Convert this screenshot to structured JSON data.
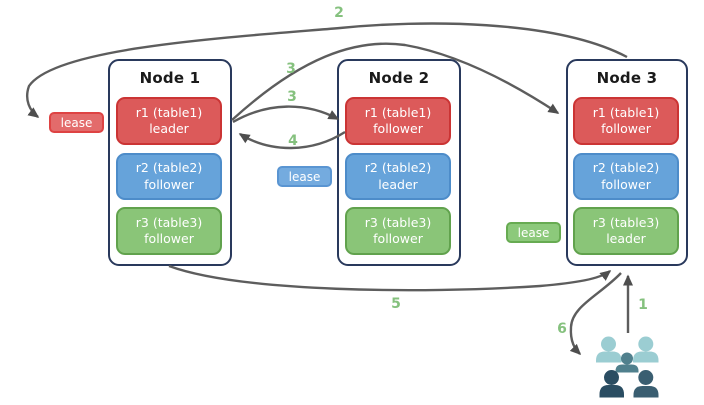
{
  "nodes": [
    {
      "title": "Node 1",
      "replicas": [
        {
          "label": "r1 (table1)",
          "role": "leader",
          "color": "red"
        },
        {
          "label": "r2 (table2)",
          "role": "follower",
          "color": "blue"
        },
        {
          "label": "r3 (table3)",
          "role": "follower",
          "color": "green"
        }
      ]
    },
    {
      "title": "Node 2",
      "replicas": [
        {
          "label": "r1 (table1)",
          "role": "follower",
          "color": "red"
        },
        {
          "label": "r2 (table2)",
          "role": "leader",
          "color": "blue"
        },
        {
          "label": "r3 (table3)",
          "role": "follower",
          "color": "green"
        }
      ]
    },
    {
      "title": "Node 3",
      "replicas": [
        {
          "label": "r1 (table1)",
          "role": "follower",
          "color": "red"
        },
        {
          "label": "r2 (table2)",
          "role": "follower",
          "color": "blue"
        },
        {
          "label": "r3 (table3)",
          "role": "leader",
          "color": "green"
        }
      ]
    }
  ],
  "leases": [
    {
      "label": "lease",
      "color": "#e36b6b"
    },
    {
      "label": "lease",
      "color": "#74abdf"
    },
    {
      "label": "lease",
      "color": "#8cc97b"
    }
  ],
  "steps": {
    "s1": "1",
    "s2": "2",
    "s3a": "3",
    "s3b": "3",
    "s4": "4",
    "s5": "5",
    "s6": "6"
  },
  "icons": {
    "users_group": "users-group-icon"
  },
  "colors": {
    "node_border": "#29395c",
    "replica_red": "#dc5a5a",
    "replica_blue": "#66a3da",
    "replica_green": "#8ac578",
    "arrow_gray": "#5d5d5d",
    "step_green": "#85c17e",
    "users_light_teal": "#9bcdd2",
    "users_mid_teal": "#50808d",
    "users_dark_navy": "#2a4d62"
  }
}
